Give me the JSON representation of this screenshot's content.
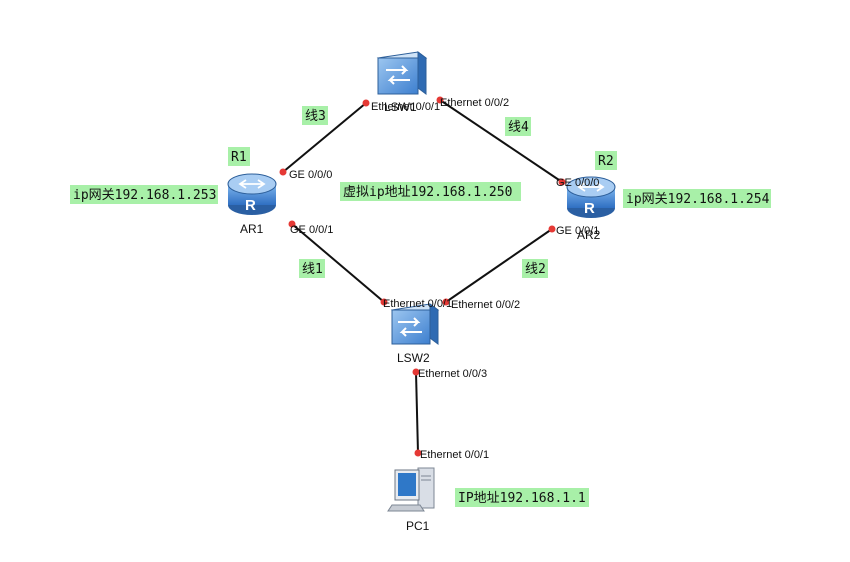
{
  "colors": {
    "note_bg": "#a8f0a8",
    "port_dot": "#e53935",
    "router_blue": "#3a7fd0",
    "switch_blue": "#4f8fd6",
    "line": "#111111"
  },
  "devices": {
    "lsw1": {
      "label": "LSW1",
      "icon": "switch-icon"
    },
    "lsw2": {
      "label": "LSW2",
      "icon": "switch-icon"
    },
    "ar1": {
      "label": "AR1",
      "icon": "router-icon"
    },
    "ar2": {
      "label": "AR2",
      "icon": "router-icon"
    },
    "pc1": {
      "label": "PC1",
      "icon": "pc-icon"
    }
  },
  "ports": {
    "lsw1_e1": "Ethernet 0/0/1",
    "lsw1_e2": "Ethernet 0/0/2",
    "ar1_ge0": "GE 0/0/0",
    "ar1_ge1": "GE 0/0/1",
    "ar2_ge0": "GE 0/0/0",
    "ar2_ge1": "GE 0/0/1",
    "lsw2_e1": "Ethernet 0/0/1",
    "lsw2_e2": "Ethernet 0/0/2",
    "lsw2_e3": "Ethernet 0/0/3",
    "pc1_e1": "Ethernet 0/0/1"
  },
  "notes": {
    "line3": "线3",
    "line4": "线4",
    "line1": "线1",
    "line2": "线2",
    "r1": "R1",
    "r2": "R2",
    "gw_r1": "ip网关192.168.1.253",
    "gw_r2": "ip网关192.168.1.254",
    "vip": "虚拟ip地址192.168.1.250",
    "pc_ip": "IP地址192.168.1.1"
  }
}
